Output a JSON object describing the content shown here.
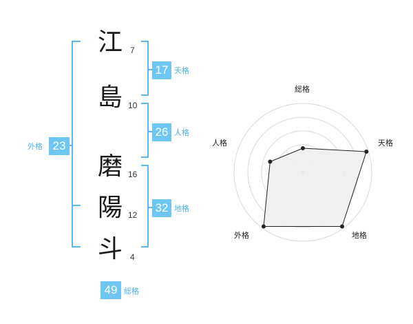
{
  "name": {
    "characters": [
      {
        "char": "江",
        "strokes": "7"
      },
      {
        "char": "島",
        "strokes": "10"
      },
      {
        "char": "磨",
        "strokes": "16"
      },
      {
        "char": "陽",
        "strokes": "12"
      },
      {
        "char": "斗",
        "strokes": "4"
      }
    ]
  },
  "fortunes": {
    "tenkaku": {
      "value": "17",
      "label": "天格"
    },
    "jinkaku": {
      "value": "26",
      "label": "人格"
    },
    "chikaku": {
      "value": "32",
      "label": "地格"
    },
    "gaikaku": {
      "value": "23",
      "label": "外格"
    },
    "soukaku": {
      "value": "49",
      "label": "総格"
    }
  },
  "radar": {
    "labels": {
      "top": "総格",
      "right": "天格",
      "bottom_right": "地格",
      "bottom_left": "外格",
      "left": "人格"
    },
    "scores": {
      "総格": 0.35,
      "天格": 0.97,
      "地格": 0.97,
      "外格": 0.97,
      "人格": 0.5
    },
    "max": 1
  },
  "colors": {
    "accent": "#6ec6f5",
    "bracket": "#5bb8ee",
    "radar_fill": "#eeeeee",
    "radar_line": "#222222",
    "grid": "#d9d9d9"
  }
}
